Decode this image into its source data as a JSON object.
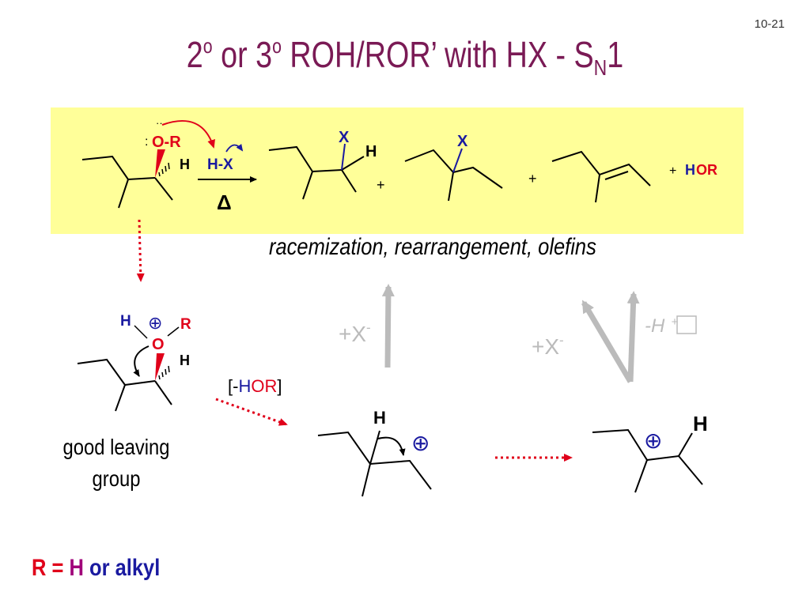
{
  "slide_number": "10-21",
  "title": {
    "part1": "2",
    "sup1": "o",
    "part2": " or 3",
    "sup2": "o",
    "part3": " ROH/ROR’ with HX - S",
    "sub": "N",
    "part4": "1"
  },
  "reaction": {
    "lone_pair_top": "··",
    "lone_pair_left": ":",
    "substituent": "O-R",
    "h_label": "H",
    "reagent": "H-X",
    "heat": "Δ",
    "product1_x": "X",
    "product1_h": "H",
    "plus1": "+",
    "product2_x": "X",
    "plus2": "+",
    "byproduct_plus": "+",
    "byproduct_h": "H",
    "byproduct_or": "OR"
  },
  "outcomes": "racemization, rearrangement, olefins",
  "protonated": {
    "h": "H",
    "charge": "⊕",
    "r": "R",
    "o": "O",
    "h2": "H"
  },
  "leaving_group_line1": "good leaving",
  "leaving_group_line2": "group",
  "loss": {
    "open": "[-",
    "h": "H",
    "or": "OR",
    "close": "]"
  },
  "cation1": {
    "h": "H",
    "charge": "⊕"
  },
  "cation2": {
    "h": "H",
    "charge": "⊕"
  },
  "add_x_1": {
    "base": "+X",
    "sup": "-"
  },
  "add_x_2": {
    "base": "+X",
    "sup": "-"
  },
  "minus_h": {
    "base": "-H",
    "sup": "+"
  },
  "r_definition": {
    "r": "R",
    "eq": "=",
    "h": "H",
    "rest": "or alkyl"
  },
  "colors": {
    "title": "#7a1a55",
    "band": "#ffff99",
    "red": "#e0001a",
    "blue": "#1a1aa0",
    "gray": "#bbbbbb",
    "magenta": "#a0007a"
  }
}
